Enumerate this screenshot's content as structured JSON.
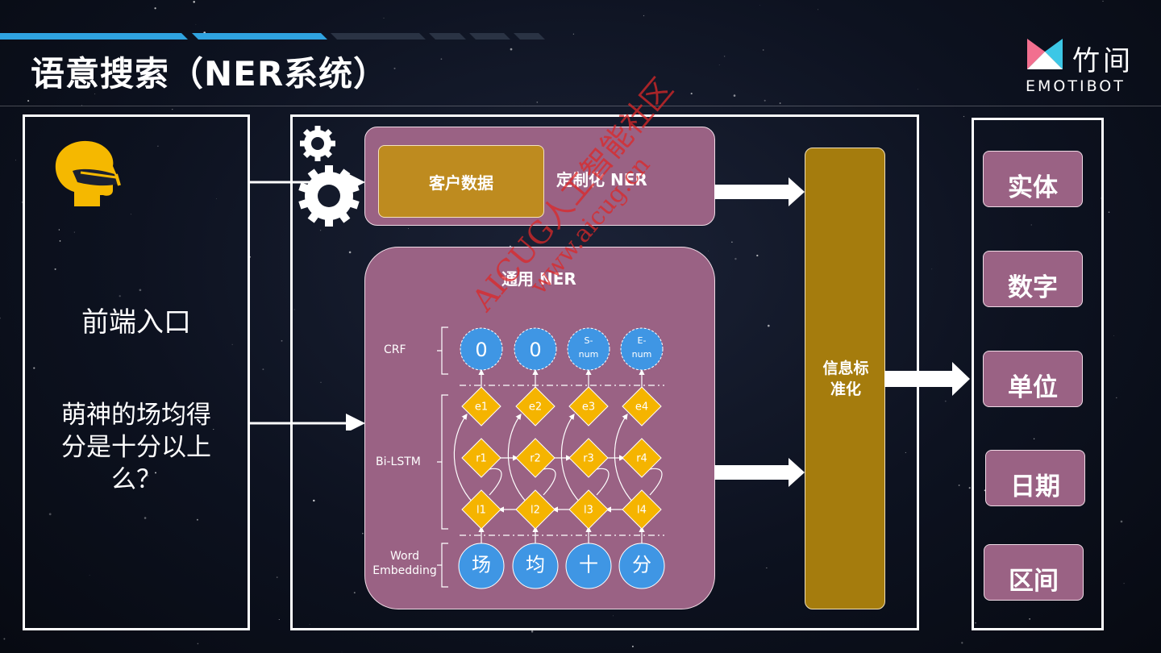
{
  "header": {
    "title": "语意搜索（NER系统）",
    "logo_name": "竹间",
    "logo_sub": "EMOTIBOT"
  },
  "left_panel": {
    "entry_label": "前端入口",
    "query_text": "萌神的场均得分是十分以上么？"
  },
  "middle_panel": {
    "custom_data_label": "客户数据",
    "custom_ner_label": "定制化 NER",
    "general_ner_label": "通用 NER",
    "normalize_label": "信息标准化",
    "layers": {
      "crf": "CRF",
      "bilstm": "Bi-LSTM",
      "embedding": "Word Embedding"
    },
    "crf_nodes": [
      "0",
      "0",
      "S-num",
      "E-num"
    ],
    "e_nodes": [
      "e1",
      "e2",
      "e3",
      "e4"
    ],
    "r_nodes": [
      "r1",
      "r2",
      "r3",
      "r4"
    ],
    "l_nodes": [
      "l1",
      "l2",
      "l3",
      "l4"
    ],
    "word_nodes": [
      "场",
      "均",
      "十",
      "分"
    ]
  },
  "outputs": [
    "实体",
    "数字",
    "单位",
    "日期",
    "区间"
  ],
  "watermark": {
    "line1": "AICUG人工智能社区",
    "line2": "www.aicug.cn"
  },
  "colors": {
    "purple": "#9a6284",
    "gold": "#be8b1f",
    "node_blue": "#3f96e4",
    "diamond_yellow": "#f5b400"
  }
}
